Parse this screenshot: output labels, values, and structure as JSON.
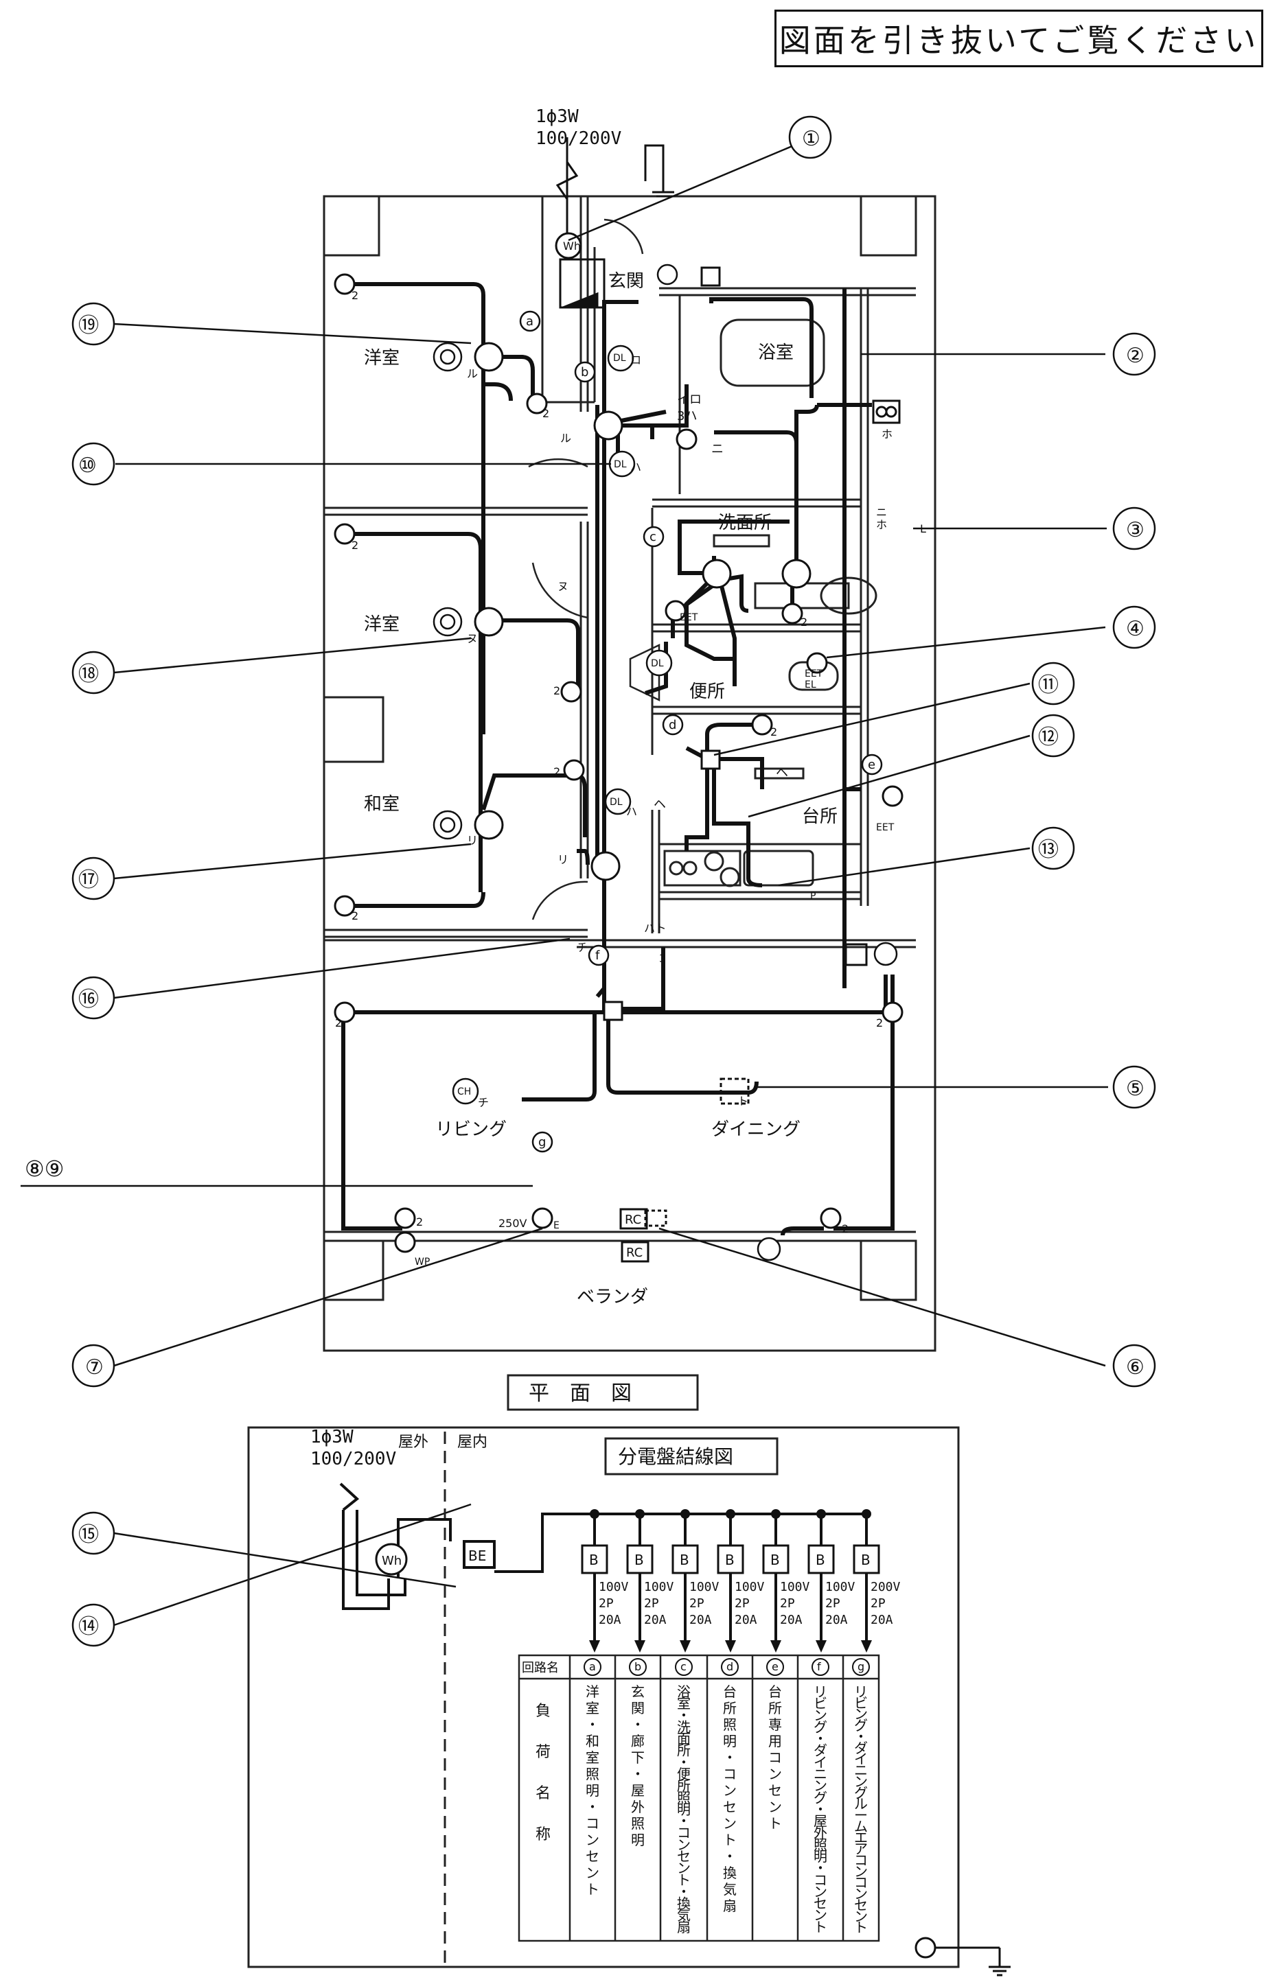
{
  "header": {
    "note": "図面を引き抜いてご覧ください"
  },
  "supply": {
    "phase": "1ϕ3W",
    "voltage": "100/200V"
  },
  "rooms": {
    "genkan": "玄関",
    "yokushitsu": "浴室",
    "yoshitsu1": "洋室",
    "yoshitsu2": "洋室",
    "washitsu": "和室",
    "senmenjo": "洗面所",
    "benjo": "便所",
    "daidokoro": "台所",
    "living": "リビング",
    "dining": "ダイニング",
    "veranda": "ベランダ"
  },
  "callouts": [
    "①",
    "②",
    "③",
    "④",
    "⑤",
    "⑥",
    "⑦",
    "⑧⑨",
    "⑩",
    "⑪",
    "⑫",
    "⑬",
    "⑭",
    "⑮",
    "⑯",
    "⑰",
    "⑱",
    "⑲"
  ],
  "plan_labels": {
    "wh": "Wh",
    "dl": "DL",
    "ch": "CH",
    "rc": "RC",
    "be": "BE",
    "b": "B",
    "eet": "EET",
    "el": "EL",
    "wp": "WP",
    "v250": "250V",
    "e": "E",
    "p": "P",
    "l": "L",
    "two": "2",
    "three": "3",
    "i": "イ",
    "ro": "ロ",
    "ha": "ハ",
    "ni": "ニ",
    "ho": "ホ",
    "he": "ヘ",
    "to": "ト",
    "chi": "チ",
    "ri": "リ",
    "nu": "ヌ",
    "ru": "ル",
    "irowa": "イロ",
    "ha3": "3ハ",
    "nilabel": "ニ",
    "holabel": "ホ",
    "hato": "ハト"
  },
  "circuit_letters": [
    "a",
    "b",
    "c",
    "d",
    "e",
    "f",
    "g"
  ],
  "plan_title": "平　面　図",
  "panel": {
    "title": "分電盤結線図",
    "outdoor": "屋外",
    "indoor": "屋内",
    "breakers": [
      {
        "v": "100V",
        "p": "2P",
        "a": "20A"
      },
      {
        "v": "100V",
        "p": "2P",
        "a": "20A"
      },
      {
        "v": "100V",
        "p": "2P",
        "a": "20A"
      },
      {
        "v": "100V",
        "p": "2P",
        "a": "20A"
      },
      {
        "v": "100V",
        "p": "2P",
        "a": "20A"
      },
      {
        "v": "100V",
        "p": "2P",
        "a": "20A"
      },
      {
        "v": "200V",
        "p": "2P",
        "a": "20A"
      }
    ]
  },
  "table": {
    "header_circuit": "回路名",
    "header_load": "負荷名称",
    "circuits": [
      {
        "id": "a",
        "load": "洋室・和室 照明・コンセント"
      },
      {
        "id": "b",
        "load": "玄関・廊下・屋外 照明"
      },
      {
        "id": "c",
        "load": "浴室・洗面所・便所 照明・コンセント・換気扇"
      },
      {
        "id": "d",
        "load": "台所 照明・コンセント・換気扇"
      },
      {
        "id": "e",
        "load": "台所 専用コンセント"
      },
      {
        "id": "f",
        "load": "リビング・ダイニング・屋外 照明・コンセント"
      },
      {
        "id": "g",
        "load": "リビング・ダイニング ルームエアコン コンセント"
      }
    ]
  }
}
